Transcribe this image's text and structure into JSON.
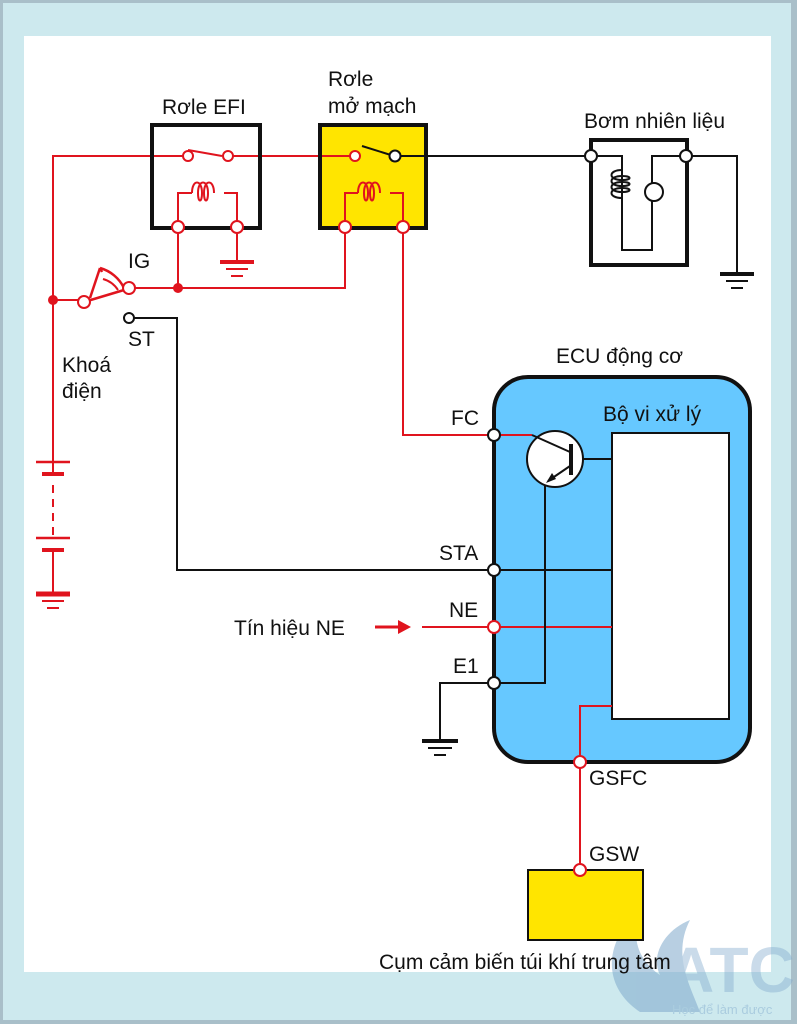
{
  "diagram": {
    "title": "Fuel pump control circuit (airbag cut-off)",
    "colors": {
      "wire_red": "#e0141e",
      "wire_black": "#111111",
      "relay_yellow": "#ffe500",
      "ecu_blue": "#66c8ff",
      "background_frame": "#cde9ee",
      "panel": "#ffffff"
    },
    "labels": {
      "efi_relay": "Rơle EFI",
      "circuit_opening_relay_line1": "Rơle",
      "circuit_opening_relay_line2": "mở mạch",
      "fuel_pump": "Bơm nhiên liệu",
      "ig": "IG",
      "st": "ST",
      "ignition_switch_line1": "Khoá",
      "ignition_switch_line2": "điện",
      "ecu": "ECU động cơ",
      "microprocessor": "Bộ vi xử lý",
      "fc": "FC",
      "sta": "STA",
      "ne": "NE",
      "e1": "E1",
      "ne_signal": "Tín hiệu NE",
      "gsfc": "GSFC",
      "gsw": "GSW",
      "airbag_sensor": "Cụm cảm biến túi khí trung tâm"
    },
    "watermark": {
      "brand": "ATC",
      "slogan": "Học để làm được"
    }
  }
}
